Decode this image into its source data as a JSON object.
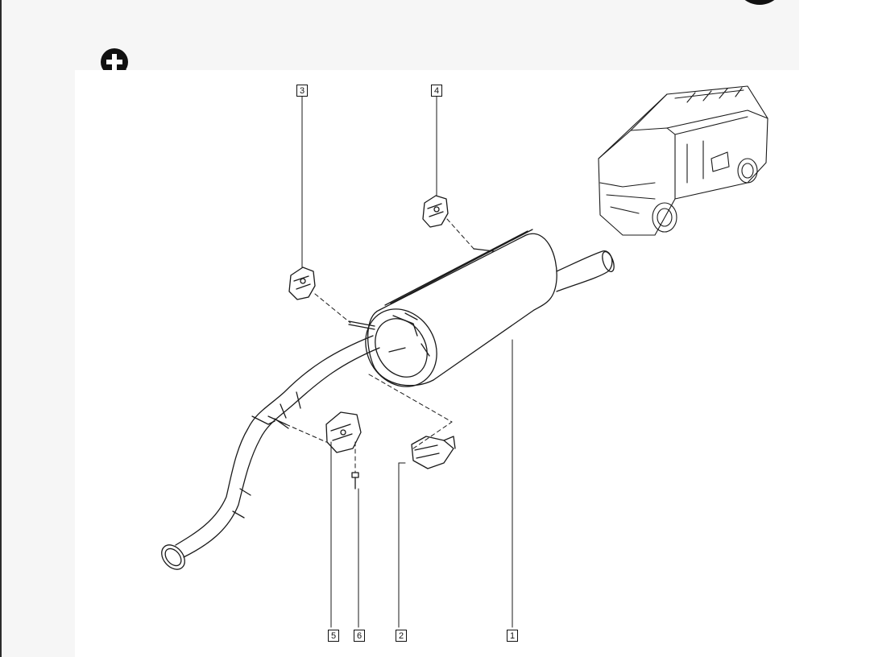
{
  "diagram": {
    "callouts": [
      {
        "id": "c3",
        "label": "3"
      },
      {
        "id": "c4",
        "label": "4"
      },
      {
        "id": "c5",
        "label": "5"
      },
      {
        "id": "c6",
        "label": "6"
      },
      {
        "id": "c2",
        "label": "2"
      },
      {
        "id": "c1",
        "label": "1"
      }
    ]
  },
  "controls": {
    "zoom_icon": "zoom-in-icon"
  },
  "colors": {
    "line": "#1a1a1a",
    "background": "#ffffff",
    "page": "#f6f6f6"
  }
}
